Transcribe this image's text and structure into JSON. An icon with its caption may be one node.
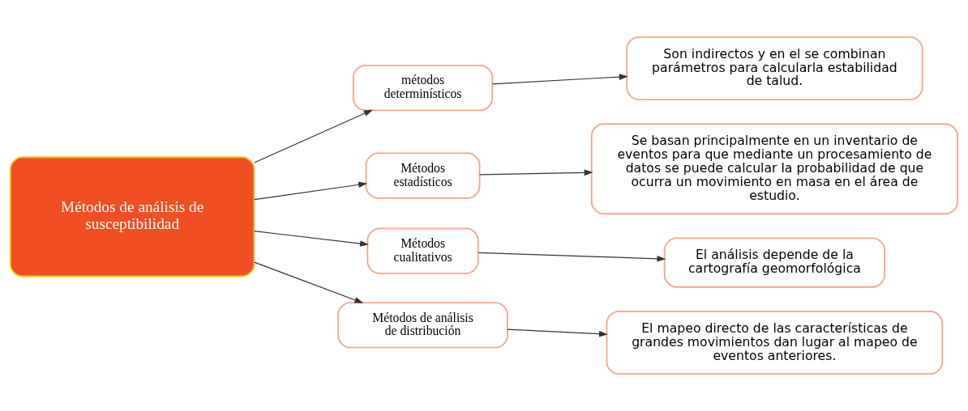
{
  "diagram": {
    "nodes": [
      {
        "text": [
          "Métodos de análisis de susceptibilidad"
        ]
      },
      {
        "text": [
          "métodos determinísticos"
        ]
      },
      {
        "text": [
          "Son indirectos y en el se combinan parámetros para calcularla estabilidad de talud."
        ]
      },
      {
        "text": [
          "Métodos estadísticos"
        ]
      },
      {
        "text": [
          "Se basan principalmente en un inventario de eventos para que mediante un procesamiento de datos se puede calcular la probabilidad de que ocurra un movimiento en masa en el área de estudio."
        ]
      },
      {
        "text": [
          "Métodos cualitativos"
        ]
      },
      {
        "text": [
          "El análisis depende de la cartografía geomorfológica"
        ]
      },
      {
        "text": [
          "Métodos de análisis de distribución"
        ]
      },
      {
        "text": [
          "El mapeo directo de las características de grandes movimientos dan lugar al mapeo de eventos anteriores."
        ]
      }
    ],
    "edges": [
      {
        "from": 0,
        "to": 1,
        "arrow": "to"
      },
      {
        "from": 1,
        "to": 2,
        "arrow": "to"
      },
      {
        "from": 0,
        "to": 3,
        "arrow": "to"
      },
      {
        "from": 3,
        "to": 4,
        "arrow": "to"
      },
      {
        "from": 0,
        "to": 5,
        "arrow": "to"
      },
      {
        "from": 5,
        "to": 6,
        "arrow": "to"
      },
      {
        "from": 0,
        "to": 7,
        "arrow": "to"
      },
      {
        "from": 7,
        "to": 8,
        "arrow": "to"
      }
    ]
  }
}
